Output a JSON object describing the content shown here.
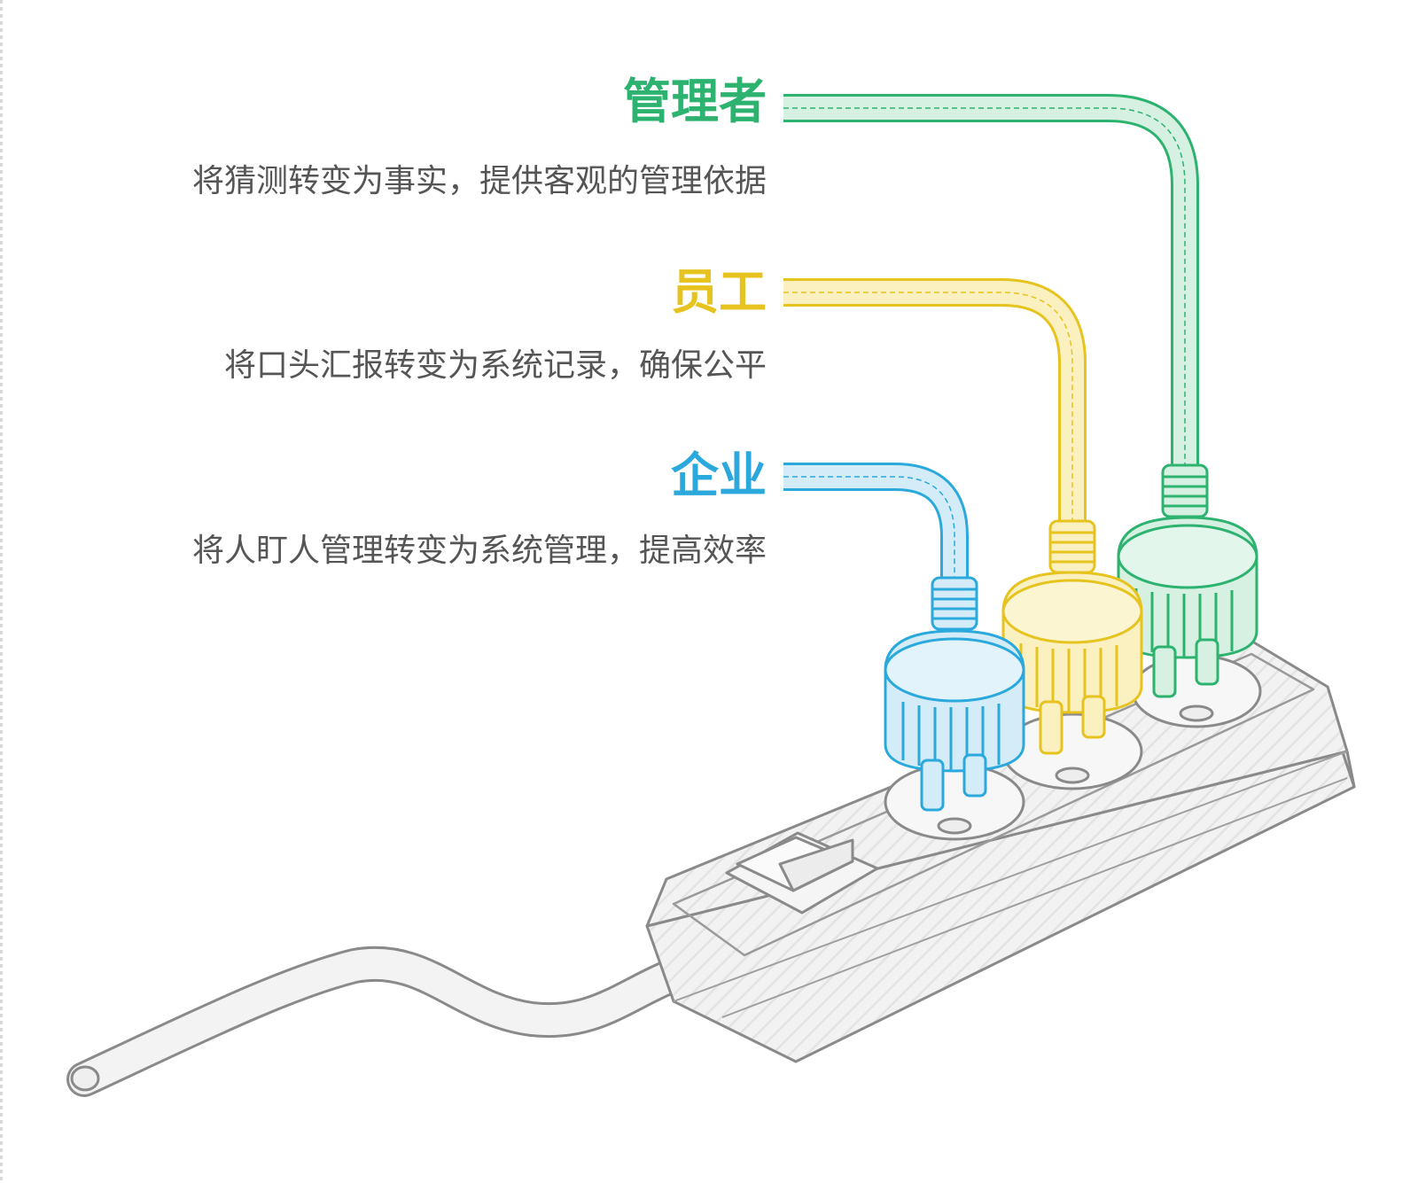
{
  "colors": {
    "managers": "#2db36f",
    "employees": "#e6c31e",
    "enterprise": "#2ba8dc",
    "text": "#555555",
    "outline": "#888888"
  },
  "items": [
    {
      "key": "managers",
      "title": "管理者",
      "description": "将猜测转变为事实，提供客观的管理依据"
    },
    {
      "key": "employees",
      "title": "员工",
      "description": "将口头汇报转变为系统记录，确保公平"
    },
    {
      "key": "enterprise",
      "title": "企业",
      "description": "将人盯人管理转变为系统管理，提高效率"
    }
  ]
}
